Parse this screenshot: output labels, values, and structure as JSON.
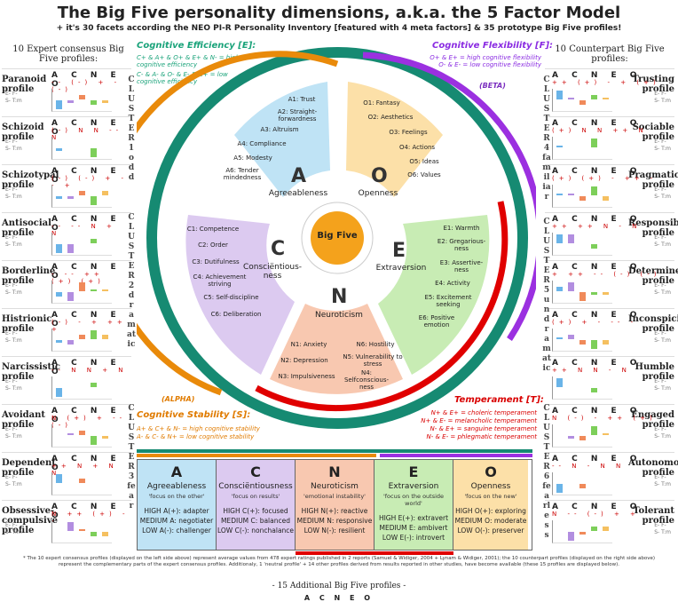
{
  "header": {
    "title": "The Big Five personality dimensions, a.k.a. the 5 Factor Model",
    "subtitle": "+ it's 30 facets according the NEO PI-R Personality Inventory [featured with 4 meta factors] & 35 prototype Big Five profiles!"
  },
  "left_head": "10 Expert consensus Big Five profiles:",
  "right_head": "10 Counterpart Big Five profiles:",
  "profile_letters": "A C N E O",
  "legend_lines": [
    "E- F-",
    "S- T:m"
  ],
  "left_profiles": [
    {
      "name": "Paranoid profile",
      "vals": "-- (-) + - (-)"
    },
    {
      "name": "Schizoid profile",
      "vals": "(-) N N -- N"
    },
    {
      "name": "Schizotypal profile",
      "vals": "(-) (-) + -- +"
    },
    {
      "name": "Antisocial profile",
      "vals": "-- -- N + N"
    },
    {
      "name": "Borderline profile",
      "vals": "- -- ++ (+) (+)"
    },
    {
      "name": "Histrionic profile",
      "vals": "(-) - + ++ +"
    },
    {
      "name": "Narcissistic profile",
      "vals": "-- N N + N"
    },
    {
      "name": "Avoidant profile",
      "vals": "N (+) + -- (-)"
    },
    {
      "name": "Dependent profile",
      "vals": "++ N + N N"
    },
    {
      "name": "Obsessive-compulsive profile",
      "vals": "N ++ (+) - -"
    }
  ],
  "right_profiles": [
    {
      "name": "Trusting profile",
      "vals": "++ (+) - + (+)"
    },
    {
      "name": "Sociable profile",
      "vals": "(+) N N ++ N"
    },
    {
      "name": "Pragmatic profile",
      "vals": "(+) (+) - ++ -"
    },
    {
      "name": "Responsible profile",
      "vals": "++ ++ N - N"
    },
    {
      "name": "Determined profile",
      "vals": "+ ++ -- (-) (-)"
    },
    {
      "name": "Inconspicious profile",
      "vals": "(+) + - -- -"
    },
    {
      "name": "Humble profile",
      "vals": "++ N N - N"
    },
    {
      "name": "Engaged profile",
      "vals": "N (-) - ++ (+)"
    },
    {
      "name": "Autonomous profile",
      "vals": "-- N - N N"
    },
    {
      "name": "Tolerant profile",
      "vals": "N -- (-) + +"
    }
  ],
  "clusters": {
    "c1": "CLUSTER 1 odd",
    "c2": "CLUSTER 2 dramatic",
    "c3": "CLUSTER 3 fear",
    "c4": "CLUSTER 4 familiar",
    "c5": "CLUSTER 5 undramatic",
    "c6": "CLUSTER 6 fearless"
  },
  "meta": {
    "efficiency": {
      "label": "Cognitive Efficiency [E]:",
      "l1": "C+ & A+ & O+ & E+ & N- = high cognitive efficiency",
      "l2": "C- & A- & O- & E- & N+ = low cognitive efficiency",
      "color": "#1aa37a"
    },
    "flexibility": {
      "label": "Cognitive Flexibility [F]:",
      "l1": "O+ & E+ = high cognitive flexibility",
      "l2": "O- & E- = low cognitive flexibility",
      "color": "#8a2be2"
    },
    "stability": {
      "label": "Cognitive Stability [S]:",
      "l1": "A+ & C+ & N- = high cognitive stability",
      "l2": "A- & C- & N+ = low cognitive stability",
      "color": "#e07b00"
    },
    "temperament": {
      "label": "Temperament [T]:",
      "l1": "N+ & E+ = choleric temperament",
      "l2": "N+ & E- = melancholic temperament",
      "l3": "N- & E+ = sanguine temperament",
      "l4": "N- & E- = phlegmatic temperament",
      "color": "#d90000"
    }
  },
  "beta": "(BETA)",
  "alpha": "(ALPHA)",
  "center": "Big Five",
  "domains": {
    "A": {
      "letter": "A",
      "name": "Agreeableness",
      "color": "#bfe3f5",
      "facets": [
        "A1: Trust",
        "A2: Straight-forwardness",
        "A3: Altruism",
        "A4: Compliance",
        "A5: Modesty",
        "A6: Tender mindedness"
      ]
    },
    "O": {
      "letter": "O",
      "name": "Openness",
      "color": "#fce0a8",
      "facets": [
        "O1: Fantasy",
        "O2: Aesthetics",
        "O3: Feelings",
        "O4: Actions",
        "O5: Ideas",
        "O6: Values"
      ]
    },
    "E": {
      "letter": "E",
      "name": "Extraversion",
      "color": "#c8ecb4",
      "facets": [
        "E1: Warmth",
        "E2: Gregarious-ness",
        "E3: Assertive-ness",
        "E4: Activity",
        "E5: Excitement seeking",
        "E6: Positive emotion"
      ]
    },
    "N": {
      "letter": "N",
      "name": "Neuroticism",
      "color": "#f8c8b0",
      "facets": [
        "N1: Anxiety",
        "N2: Depression",
        "N3: Impulsiveness",
        "N4: Selfconscious-ness",
        "N5: Vulnerability to stress",
        "N6: Hostility"
      ]
    },
    "C": {
      "letter": "C",
      "name": "Consciëntious-ness",
      "color": "#dccaf0",
      "facets": [
        "C1: Competence",
        "C2: Order",
        "C3: Dutifulness",
        "C4: Achievement striving",
        "C5: Self-discipline",
        "C6: Deliberation"
      ]
    }
  },
  "table": [
    {
      "letter": "A",
      "name": "Agreeableness",
      "focus": "'focus on the other'",
      "high": "HIGH A(+): adapter",
      "med": "MEDIUM A: negotiater",
      "low": "LOW A(-): challenger",
      "color": "#bfe3f5"
    },
    {
      "letter": "C",
      "name": "Consciëntiousness",
      "focus": "'focus on results'",
      "high": "HIGH C(+): focused",
      "med": "MEDIUM C: balanced",
      "low": "LOW C(-): nonchalance",
      "color": "#dccaf0"
    },
    {
      "letter": "N",
      "name": "Neuroticism",
      "focus": "'emotional instability'",
      "high": "HIGH N(+): reactive",
      "med": "MEDIUM N: responsive",
      "low": "LOW N(-): resilient",
      "color": "#f8c8b0"
    },
    {
      "letter": "E",
      "name": "Extraversion",
      "focus": "'focus on the outside world'",
      "high": "HIGH E(+): extravert",
      "med": "MEDIUM E: ambivert",
      "low": "LOW E(-): introvert",
      "color": "#c8ecb4"
    },
    {
      "letter": "O",
      "name": "Openness",
      "focus": "'focus on the new'",
      "high": "HIGH O(+): exploring",
      "med": "MEDIUM O: moderate",
      "low": "LOW O(-): preserver",
      "color": "#fce0a8"
    }
  ],
  "footnote": "* The 10 expert consensus profiles (displayed on the left side above) represent average values from 478 expert ratings published in 2 reports (Samuel & Widiger, 2004 + Lynam & Widiger, 2001); the 10 counterpart profiles (displayed on the right side above) represent the complementary parts of the expert consensus profiles. Additionaly, 1 'neutral profile' + 14 other profiles derived from results reported in other studies, have become available (these 15 profiles are displayed below).",
  "bottom_title": "- 15 Additional Big Five profiles -",
  "bottom_letters": "A C N E O"
}
